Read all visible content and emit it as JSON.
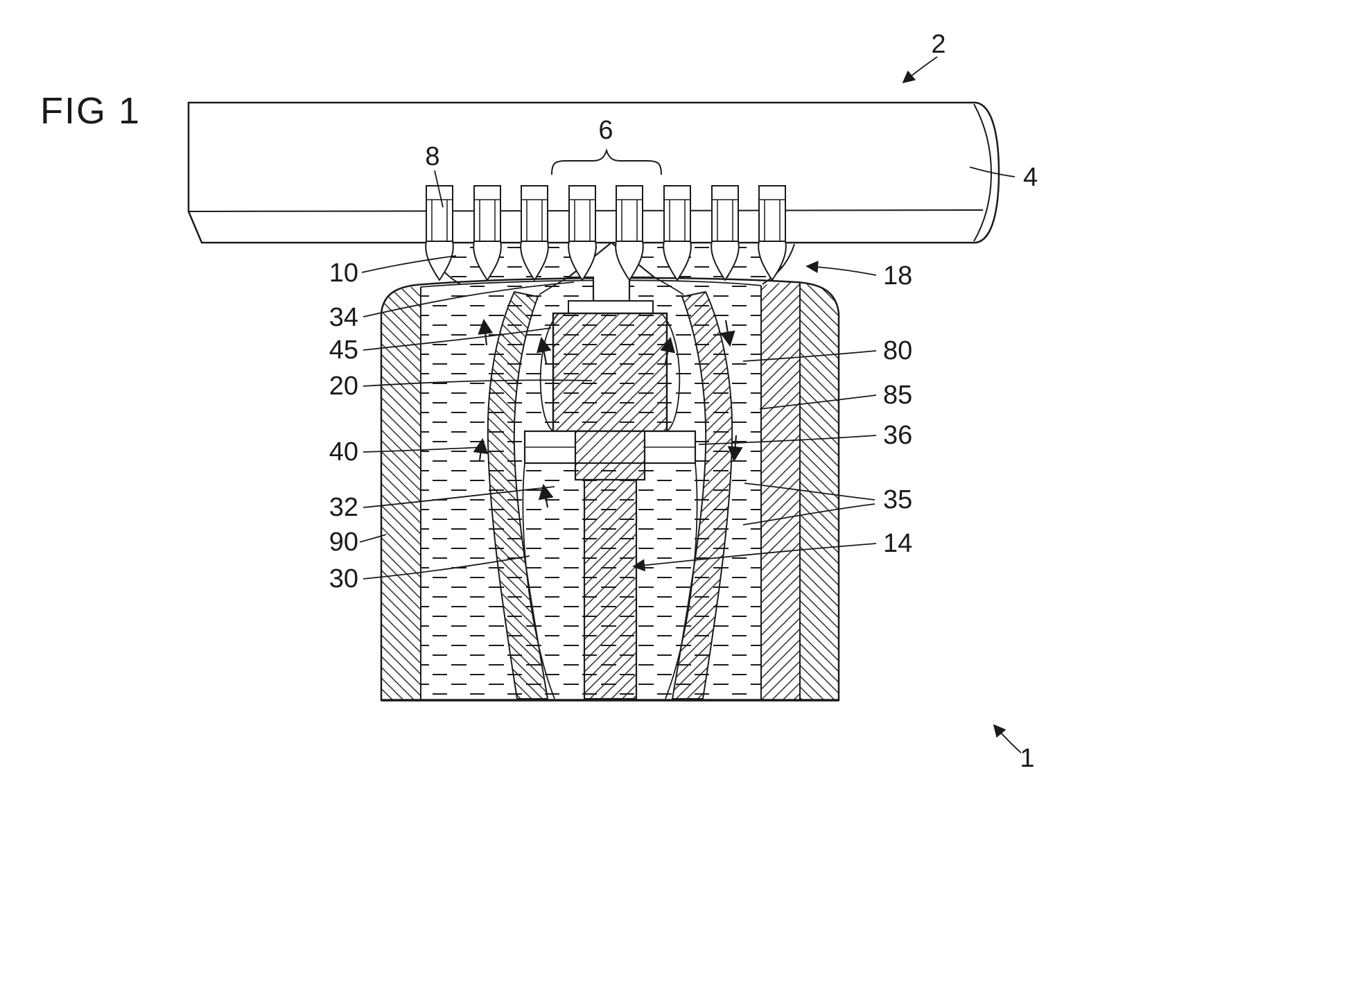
{
  "figure": {
    "title": "FIG 1",
    "colors": {
      "ink": "#1a1a1a",
      "background": "#ffffff"
    },
    "labels": {
      "n1": "1",
      "n2": "2",
      "n4": "4",
      "n6": "6",
      "n8": "8",
      "n10": "10",
      "n14": "14",
      "n18": "18",
      "n20": "20",
      "n30": "30",
      "n32": "32",
      "n34": "34",
      "n35": "35",
      "n36": "36",
      "n40": "40",
      "n45": "45",
      "n80": "80",
      "n85": "85",
      "n90": "90"
    }
  }
}
